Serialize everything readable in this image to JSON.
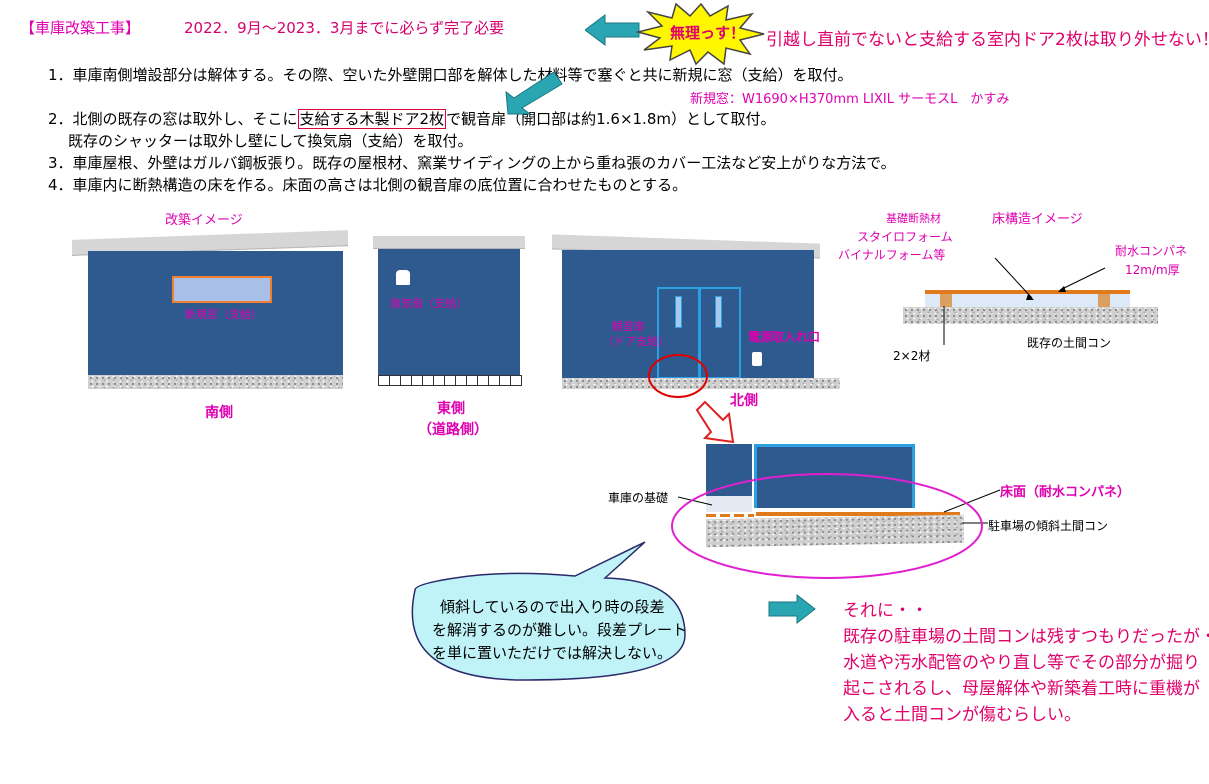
{
  "header": {
    "title": "【車庫改築工事】",
    "deadline": "2022．9月～2023．3月までに必らず完了必要",
    "burst_text": "無理っす！",
    "complaint": "引越し直前でないと支給する室内ドア2枚は取り外せない！"
  },
  "items": {
    "item1": "1．車庫南側増設部分は解体する。その際、空いた外壁開口部を解体した材料等で塞ぐと共に新規に窓（支給）を取付。",
    "item1_note": "新規窓：W1690×H370mm LIXIL サーモスL　かすみ",
    "item2_pre": "2．北側の既存の窓は取外し、そこに",
    "item2_highlight": "支給する木製ドア2枚",
    "item2_post": "で観音扉（開口部は約1.6×1.8m）として取付。",
    "item2_line2": "既存のシャッターは取外し壁にして換気扇（支給）を取付。",
    "item3": "3．車庫屋根、外壁はガルバ鋼板張り。既存の屋根材、窯業サイディングの上から重ね張のカバー工法など安上がりな方法で。",
    "item4": "4．車庫内に断熱構造の床を作る。床面の高さは北側の観音扉の底位置に合わせたものとする。"
  },
  "diagram": {
    "section_title": "改築イメージ",
    "south": {
      "window_label": "新規窓（支給）",
      "caption": "南側"
    },
    "east": {
      "fan_label": "換気扇（支給）",
      "caption": "東側",
      "caption_sub": "（道路側）"
    },
    "north": {
      "door_label": "観音扉",
      "door_sub": "（ドア支給）",
      "outlet_label": "電源取入れ口",
      "caption": "北側"
    },
    "floor": {
      "title": "床構造イメージ",
      "insul1": "基礎断熱材",
      "insul2": "スタイロフォーム",
      "insul3": "バイナルフォーム等",
      "panel1": "耐水コンパネ",
      "panel2": "12m/m厚",
      "joist": "2×2材",
      "slab": "既存の土間コン"
    },
    "detail": {
      "foundation": "車庫の基礎",
      "floor_surface": "床面（耐水コンパネ）",
      "slope_slab": "駐車場の傾斜土間コン"
    }
  },
  "bubble": {
    "line1": "傾斜しているので出入り時の段差",
    "line2": "を解消するのが難しい。段差プレート",
    "line3": "を単に置いただけでは解決しない。"
  },
  "note": {
    "line1": "それに・・",
    "line2": "既存の駐車場の土間コンは残すつもりだったが・・",
    "line3": "水道や汚水配管のやり直し等でその部分が掘り",
    "line4": "起こされるし、母屋解体や新築着工時に重機が",
    "line5": "入ると土間コンが傷むらしい。"
  },
  "colors": {
    "wall": "#2f5a8f",
    "accent_magenta": "#e000b0",
    "accent_red": "#e0006a",
    "teal_arrow": "#2aa6b2",
    "door_frame": "#2aa0e0",
    "panel_orange": "#e07a1a"
  }
}
